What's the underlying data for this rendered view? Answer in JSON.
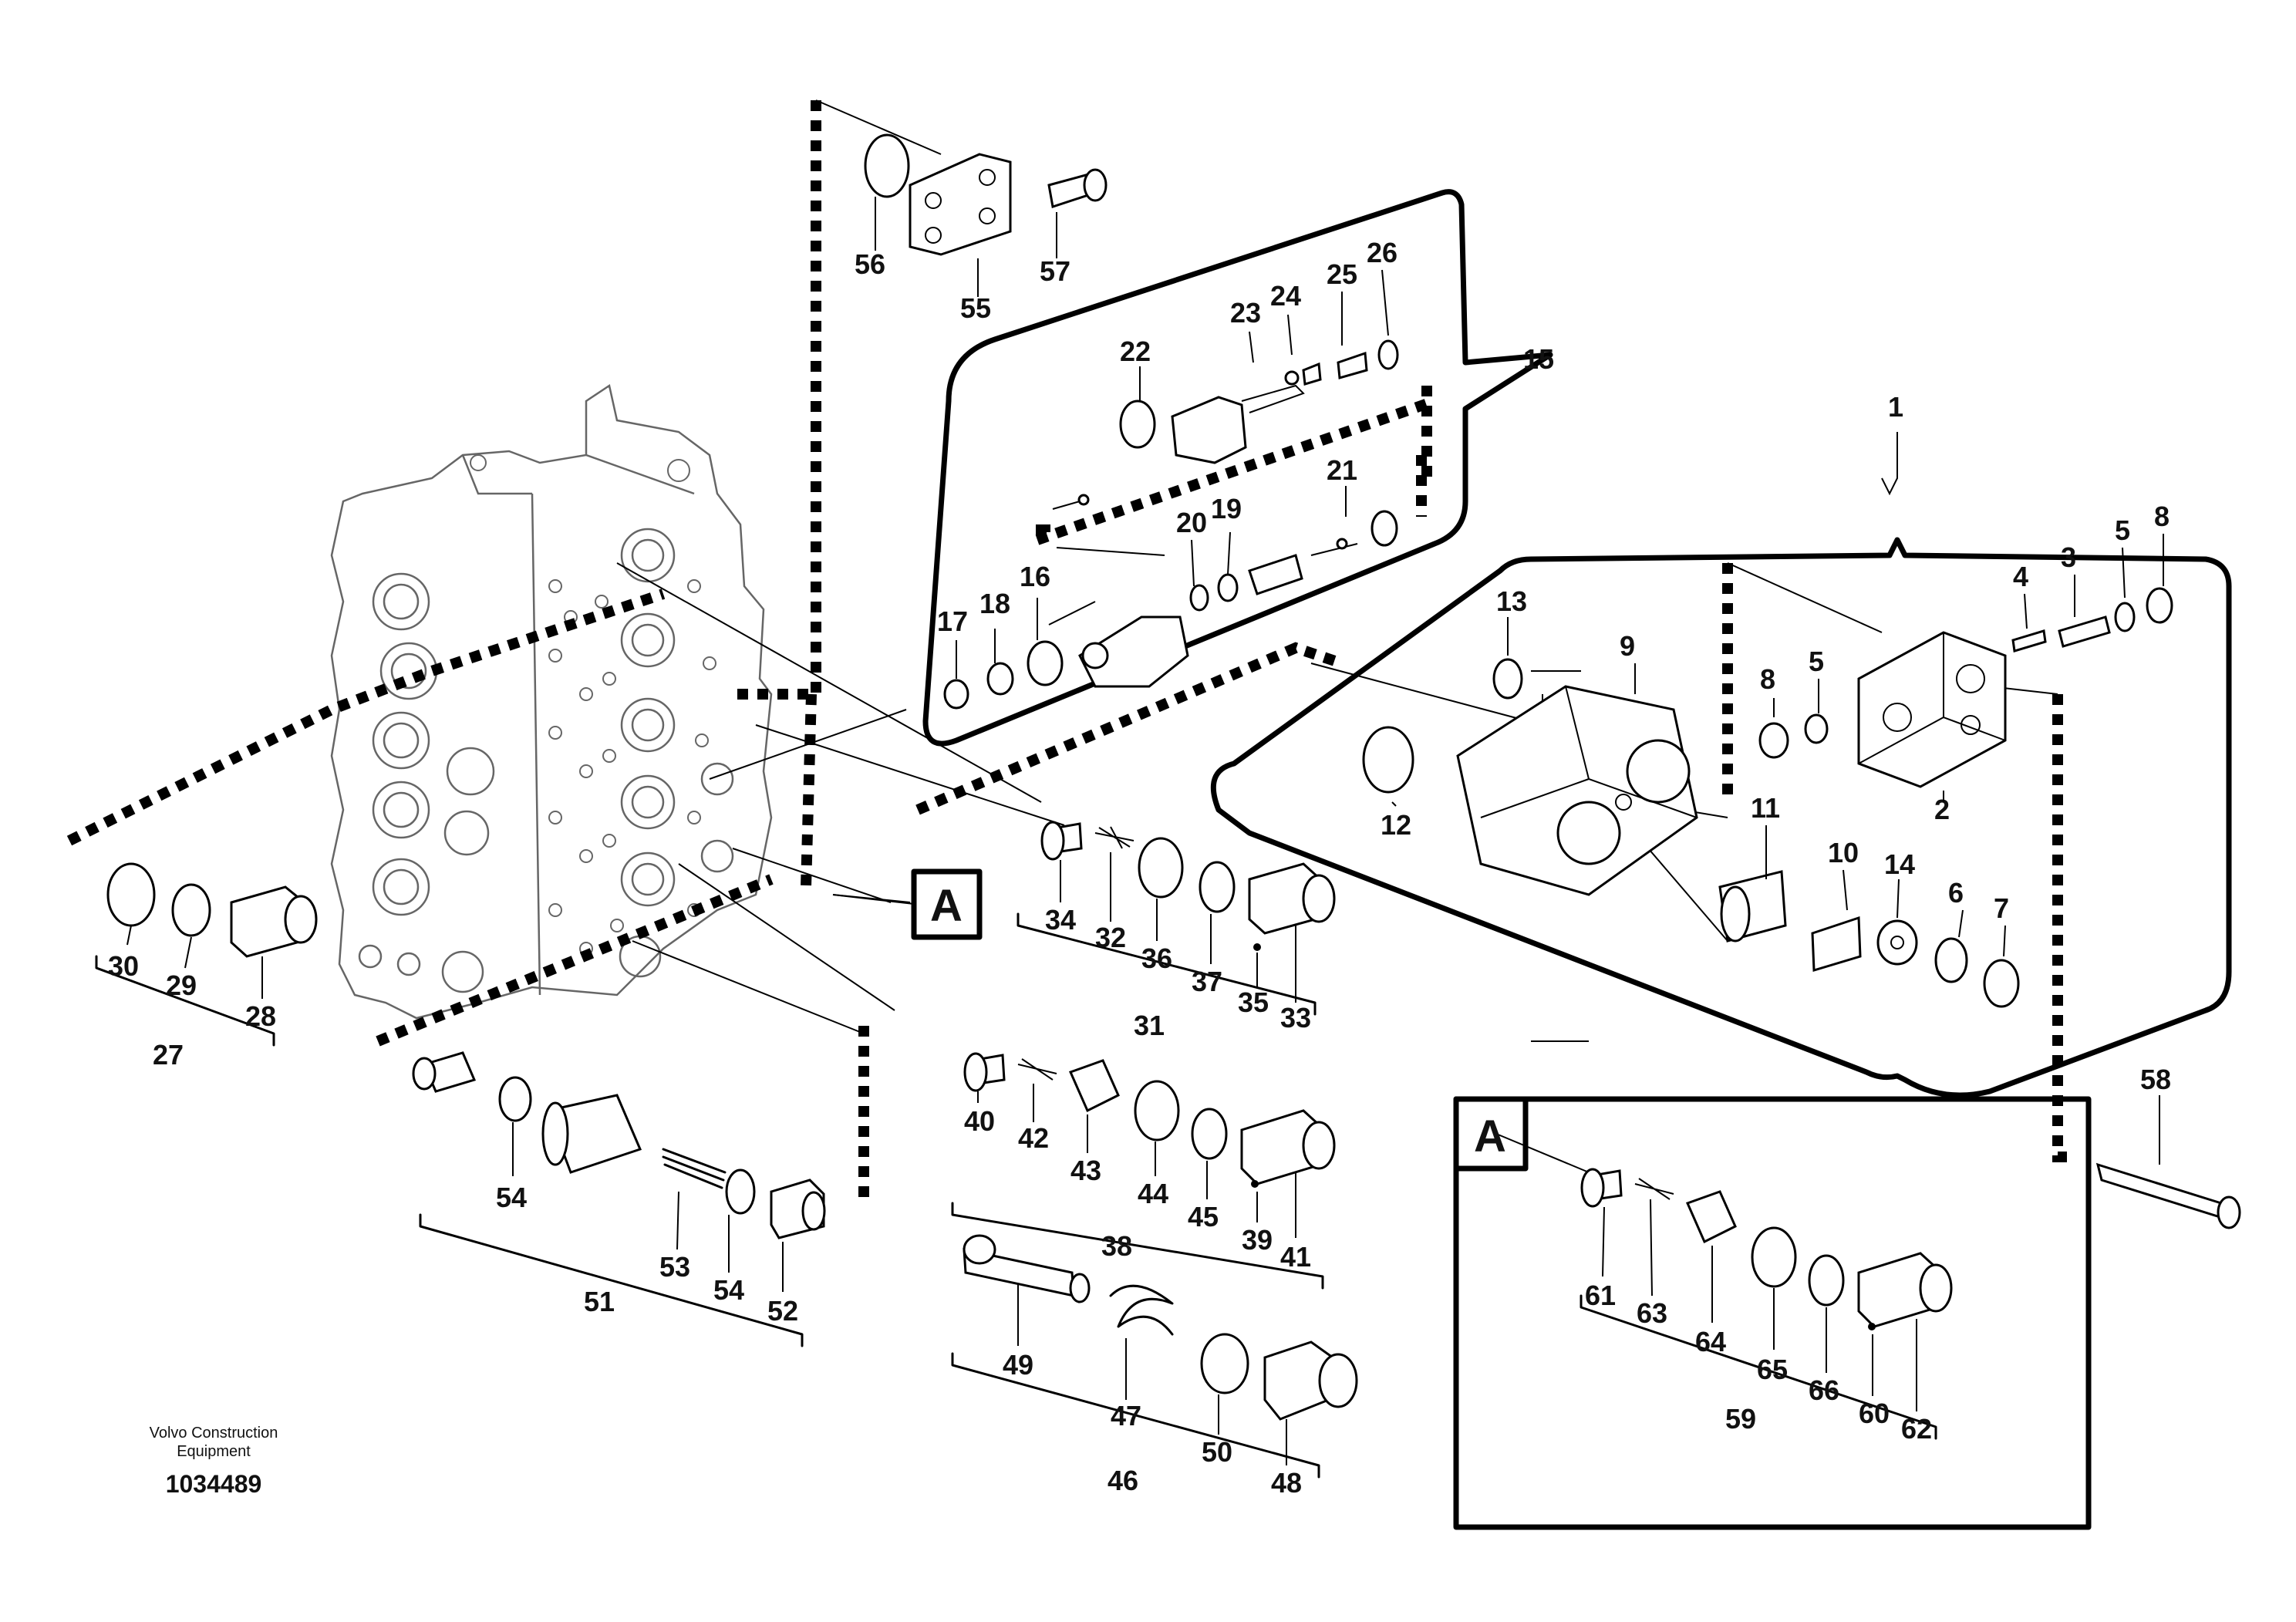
{
  "title": "",
  "callout_letter": "A",
  "footer": {
    "brand_line1": "Volvo Construction",
    "brand_line2": "Equipment",
    "doc_number": "1034489"
  },
  "labels": {
    "l1": "1",
    "l2": "2",
    "l3": "3",
    "l4": "4",
    "l5a": "5",
    "l5b": "5",
    "l6": "6",
    "l7": "7",
    "l8a": "8",
    "l8b": "8",
    "l9": "9",
    "l10": "10",
    "l11": "11",
    "l12": "12",
    "l13": "13",
    "l14": "14",
    "l15": "15",
    "l16": "16",
    "l17": "17",
    "l18": "18",
    "l19": "19",
    "l20": "20",
    "l21": "21",
    "l22": "22",
    "l23": "23",
    "l24": "24",
    "l25": "25",
    "l26": "26",
    "l27": "27",
    "l28": "28",
    "l29": "29",
    "l30": "30",
    "l31": "31",
    "l32": "32",
    "l33": "33",
    "l34": "34",
    "l35": "35",
    "l36": "36",
    "l37": "37",
    "l38": "38",
    "l39": "39",
    "l40": "40",
    "l41": "41",
    "l42": "42",
    "l43": "43",
    "l44": "44",
    "l45": "45",
    "l46": "46",
    "l47": "47",
    "l48": "48",
    "l49": "49",
    "l50": "50",
    "l51": "51",
    "l52": "52",
    "l53": "53",
    "l54a": "54",
    "l54b": "54",
    "l55": "55",
    "l56": "56",
    "l57": "57",
    "l58": "58",
    "l59": "59",
    "l60": "60",
    "l61": "61",
    "l62": "62",
    "l63": "63",
    "l64": "64",
    "l65": "65",
    "l66": "66"
  }
}
